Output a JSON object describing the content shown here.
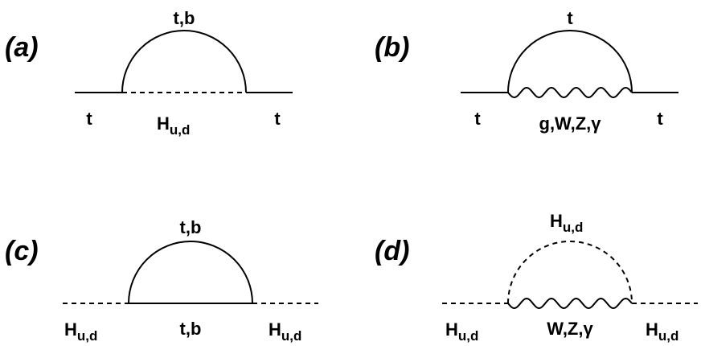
{
  "diagrams": [
    {
      "id": "a",
      "panel_label": "(a)",
      "loop_top_label": "t,b",
      "loop_bottom_label": "H",
      "loop_bottom_sub": "u,d",
      "left_label": "t",
      "right_label": "t",
      "external_line": "solid",
      "upper_propagator": "solid",
      "lower_propagator": "dashed"
    },
    {
      "id": "b",
      "panel_label": "(b)",
      "loop_top_label": "t",
      "loop_bottom_label": "g,W,Z,γ",
      "left_label": "t",
      "right_label": "t",
      "external_line": "solid",
      "upper_propagator": "solid",
      "lower_propagator": "wavy"
    },
    {
      "id": "c",
      "panel_label": "(c)",
      "loop_top_label": "t,b",
      "loop_bottom_label": "t,b",
      "left_label": "H",
      "left_sub": "u,d",
      "right_label": "H",
      "right_sub": "u,d",
      "external_line": "dashed",
      "upper_propagator": "solid",
      "lower_propagator": "solid"
    },
    {
      "id": "d",
      "panel_label": "(d)",
      "loop_top_label": "H",
      "loop_top_sub": "u,d",
      "loop_bottom_label": "W,Z,γ",
      "left_label": "H",
      "left_sub": "u,d",
      "right_label": "H",
      "right_sub": "u,d",
      "external_line": "dashed",
      "upper_propagator": "dashed",
      "lower_propagator": "wavy"
    }
  ]
}
